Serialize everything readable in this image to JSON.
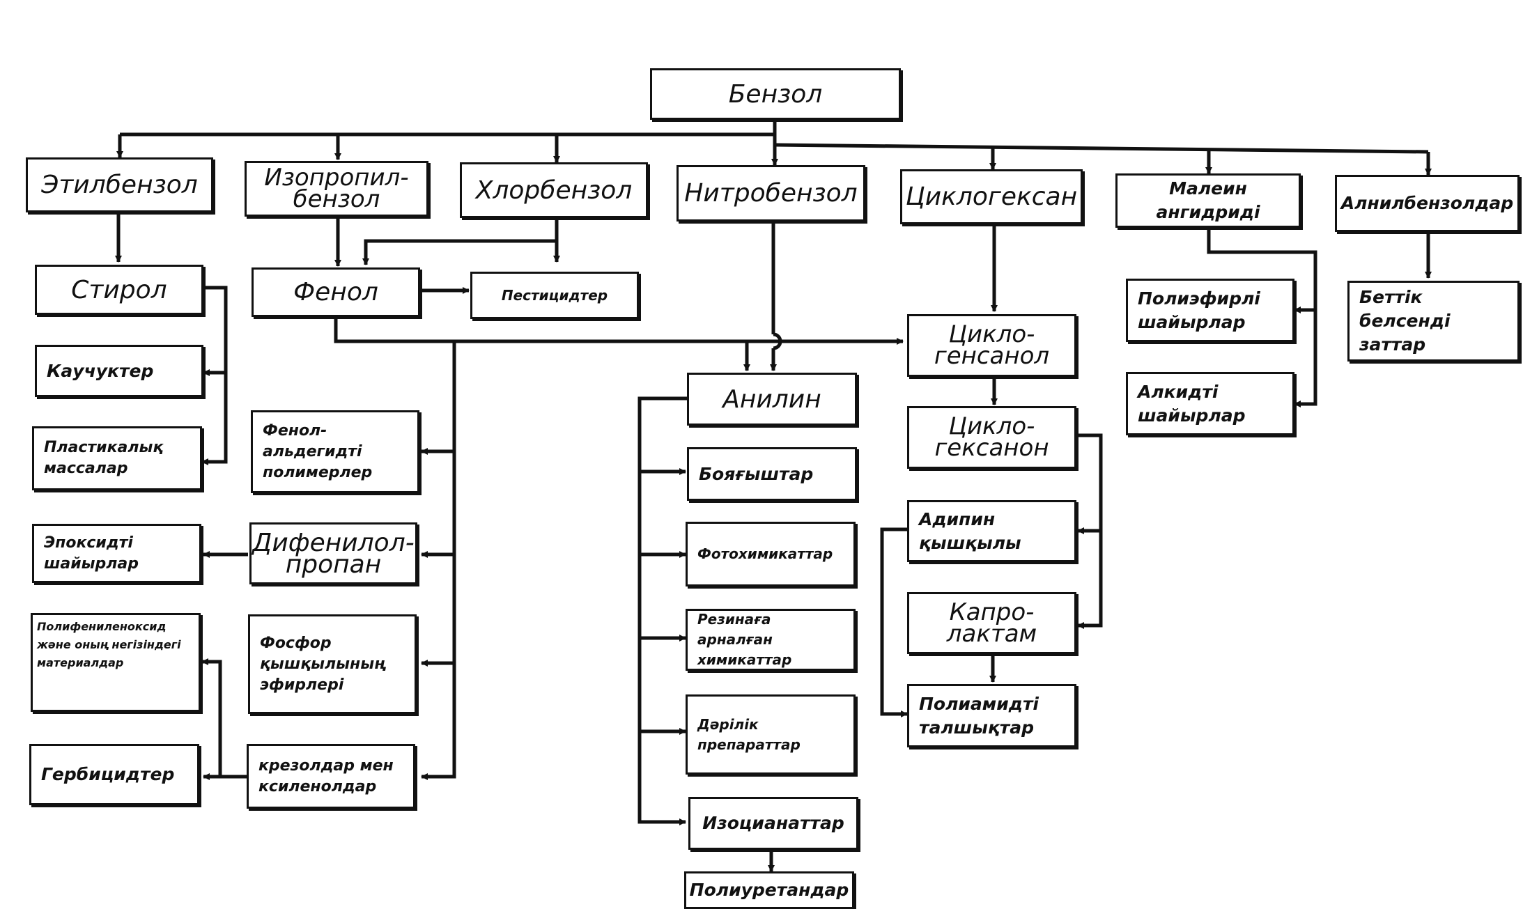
{
  "nodes": {
    "benzol": "Бензол",
    "etilbenzol": "Этилбензол",
    "izopropilbenzol": "Изопропил-\nбензол",
    "xlorbenzol": "Хлорбензол",
    "nitrobenzol": "Нитробензол",
    "ciklogeksan": "Циклогексан",
    "malein": "Малеин ангидриді",
    "alkilbenzoldar": "Алнилбензолдар",
    "stirol": "Стирол",
    "fenol": "Фенол",
    "pesticidter": "Пестицидтер",
    "ciklogeksanol": "Цикло-\nгенсанол",
    "poliefirli": "Полиэфирлі\nшайырлар",
    "bettik": "Беттік\nбелсенді\nзаттар",
    "kauchukter": "Каучуктер",
    "plastikalyk": "Пластикалық\nмассалар",
    "fenolaldegidti": "Фенол-\nальдегидті\nполимерлер",
    "anilin": "Анилин",
    "ciklogeksanon": "Цикло-\nгексанон",
    "alkidti": "Алкидті\nшайырлар",
    "boyaushtar": "Бояғыштар",
    "adipin": "Адипин\nқышқылы",
    "epoksidti": "Эпоксидті\nшайырлар",
    "difenilolpropan": "Дифенилол-\nпропан",
    "fotoximikattar": "Фотохимикаттар",
    "polifenilenoksid": "Полифениленоксид\nжәне оның негізіндегі\nматериалдар",
    "fosfor": "Фосфор\nқышқылының\nэфирлері",
    "rezina": "Резинаға\nарналған\nхимикаттар",
    "kaprolaktam": "Капро-\nлактам",
    "poliamidti": "Полиамидті\nталшықтар",
    "darilik": "Дәрілік\nпрепараттар",
    "gerbicidter": "Гербицидтер",
    "krezoldar": "крезолдар мен\nксиленолдар",
    "izocianattar": "Изоцианаттар",
    "poliuretandar": "Полиуретандар"
  }
}
